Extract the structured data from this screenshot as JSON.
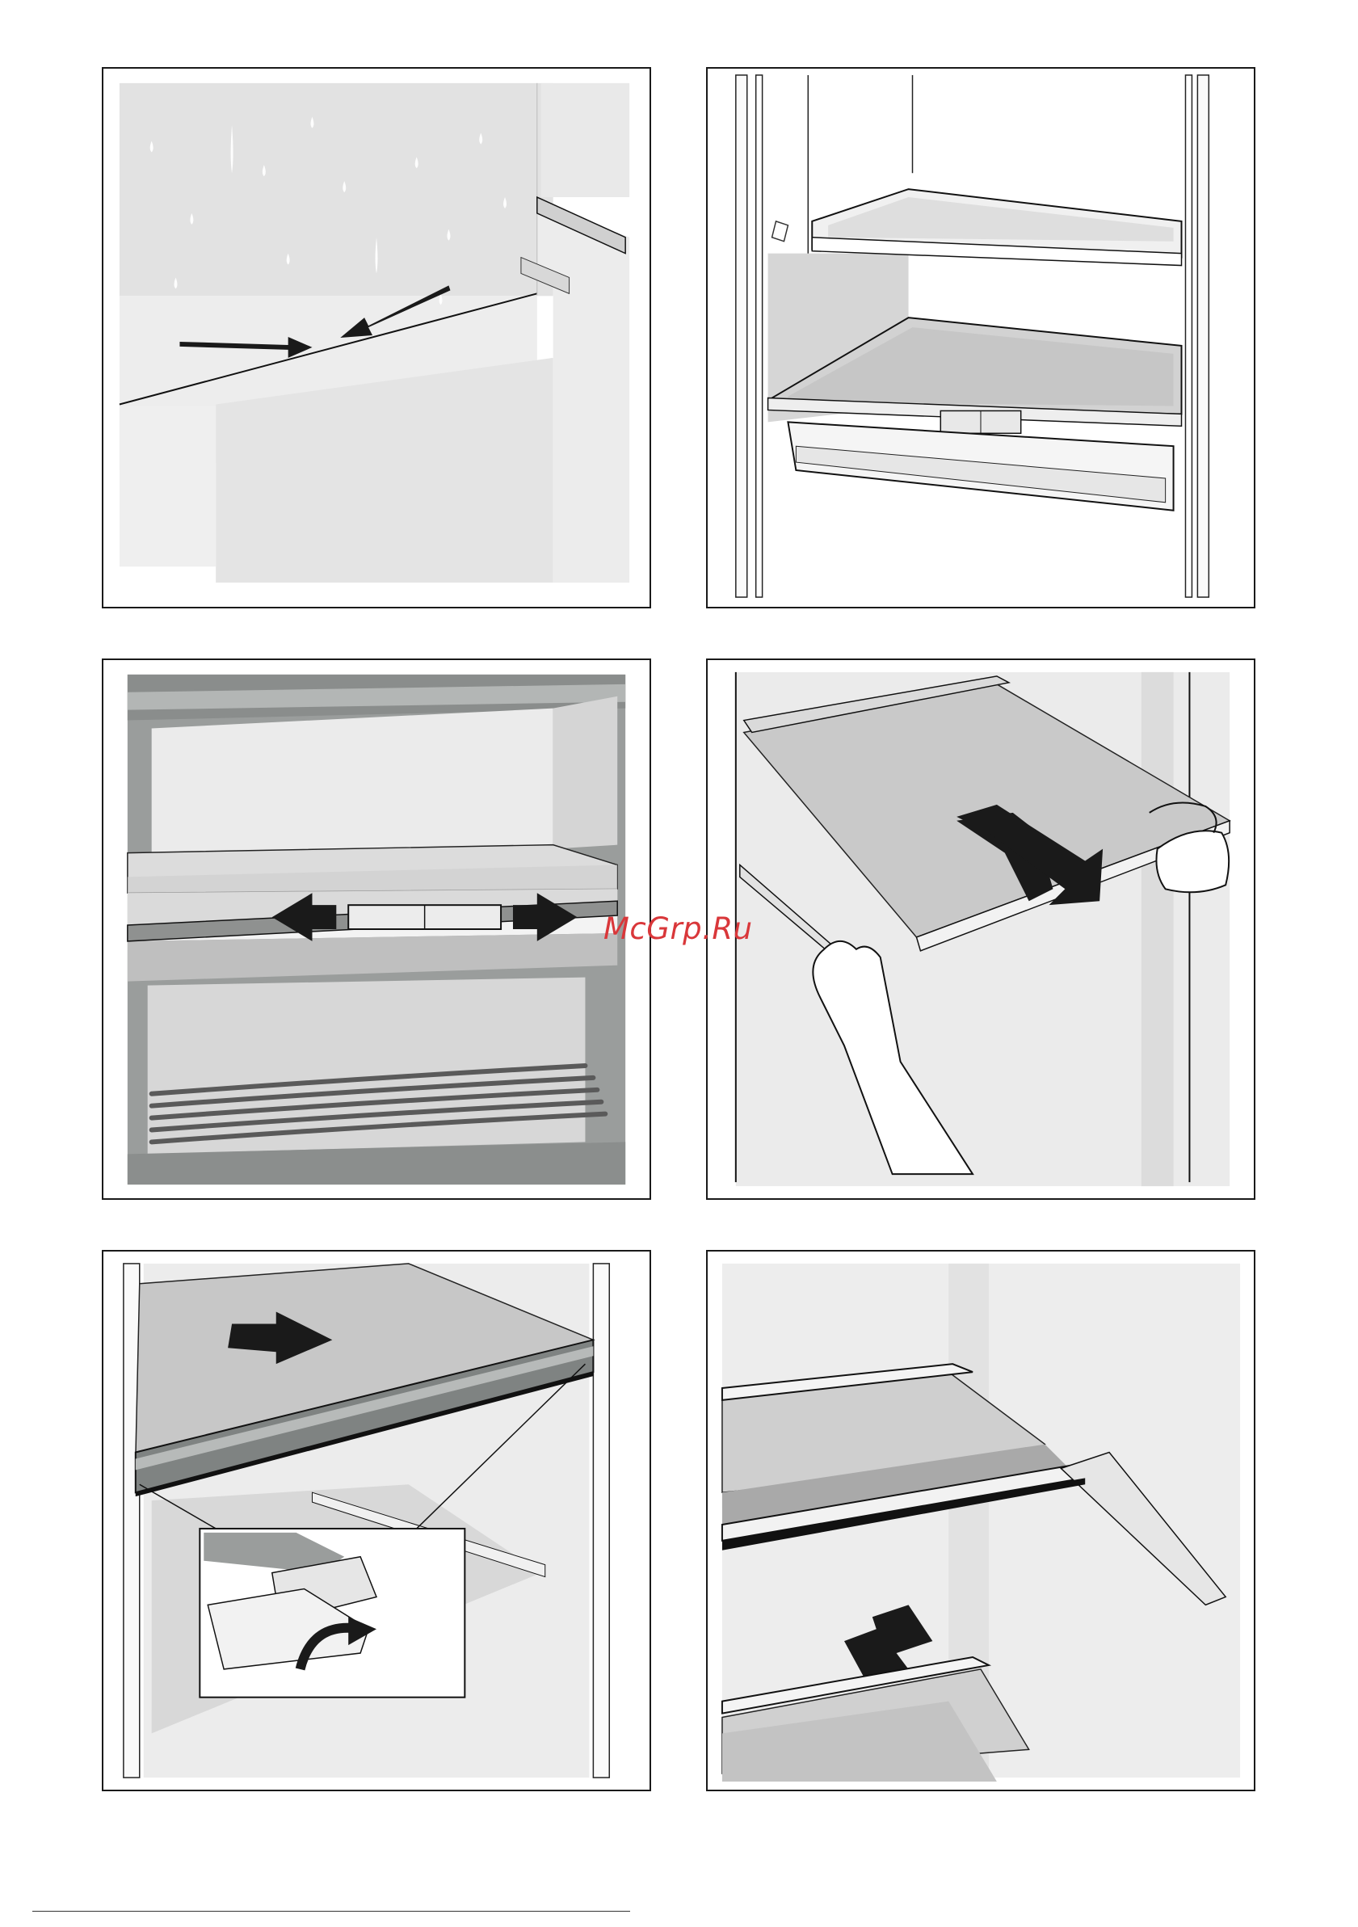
{
  "watermark": {
    "text": "McGrp.Ru",
    "color": "#d9373a"
  },
  "panels": [
    {
      "id": "p1",
      "icon": "wall-condensation-illustration"
    },
    {
      "id": "p2",
      "icon": "fridge-interior-shelves-illustration"
    },
    {
      "id": "p3",
      "icon": "shelf-clip-slide-arrows-illustration"
    },
    {
      "id": "p4",
      "icon": "glass-shelf-removal-hands-illustration"
    },
    {
      "id": "p5",
      "icon": "shelf-trim-clip-detail-illustration"
    },
    {
      "id": "p6",
      "icon": "shelf-insert-arrow-illustration"
    }
  ],
  "colors": {
    "frame": "#1a1a1a",
    "grey_light": "#e6e6e6",
    "grey_mid": "#bdbdbd",
    "grey_dark": "#808080",
    "arrow": "#1a1a1a"
  }
}
